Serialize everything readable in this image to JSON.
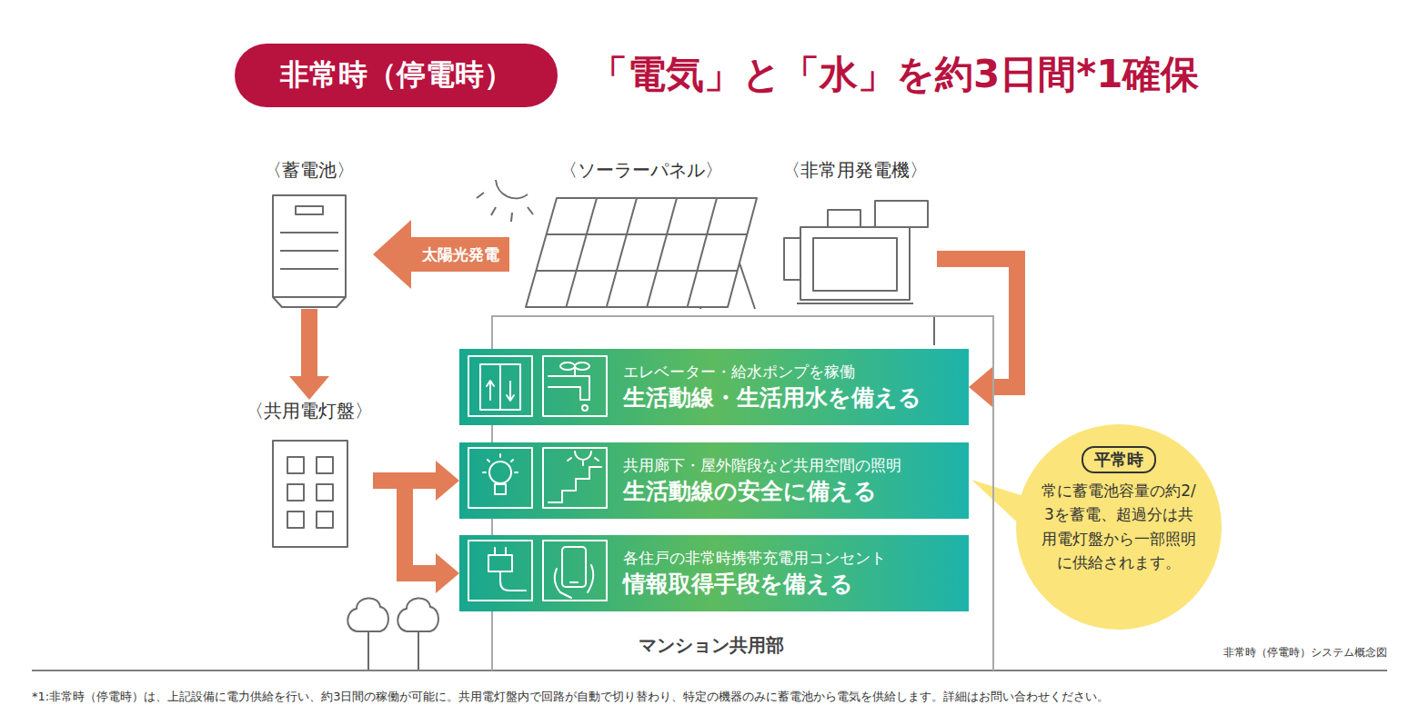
{
  "diagram": {
    "title": "「電気」と「水」を約3日間*1確保",
    "caption": "非常時（停電時）システム概念図",
    "nodes": [
      {
        "text": [
          "非常時（停電時）"
        ]
      },
      {
        "text": [
          "〈蓄電池〉"
        ]
      },
      {
        "text": [
          "〈ソーラーパネル〉"
        ]
      },
      {
        "text": [
          "〈非常用発電機〉"
        ]
      },
      {
        "text": [
          "〈共用電灯盤〉"
        ]
      },
      {
        "text": [
          "マンション共用部"
        ]
      },
      {
        "text": [
          "エレベーター・給水ポンプを稼働",
          "生活動線・生活用水を備える"
        ],
        "in": 5
      },
      {
        "text": [
          "共用廊下・屋外階段など共用空間の照明",
          "生活動線の安全に備える"
        ],
        "in": 5
      },
      {
        "text": [
          "各住戸の非常時携帯充電用コンセント",
          "情報取得手段を備える"
        ],
        "in": 5
      },
      {
        "text": [
          "平常時",
          "常に蓄電池容量の約2/3を蓄電、超過分は共用電灯盤から一部照明に供給されます。"
        ]
      }
    ],
    "edges": [
      {
        "from": 2,
        "to": 1,
        "arrow": "to",
        "label": "太陽光発電"
      },
      {
        "from": 1,
        "to": 4,
        "arrow": "to"
      },
      {
        "from": 3,
        "to": 6,
        "arrow": "to"
      },
      {
        "from": 4,
        "to": 7,
        "arrow": "to"
      },
      {
        "from": 4,
        "to": 8,
        "arrow": "to"
      }
    ],
    "labels": [
      "*1:非常時（停電時）は、上記設備に電力供給を行い、約3日間の稼働が可能に。共用電灯盤内で回路が自動で切り替わり、特定の機器のみに蓄電池から電気を供給します。詳細はお問い合わせください。"
    ]
  }
}
